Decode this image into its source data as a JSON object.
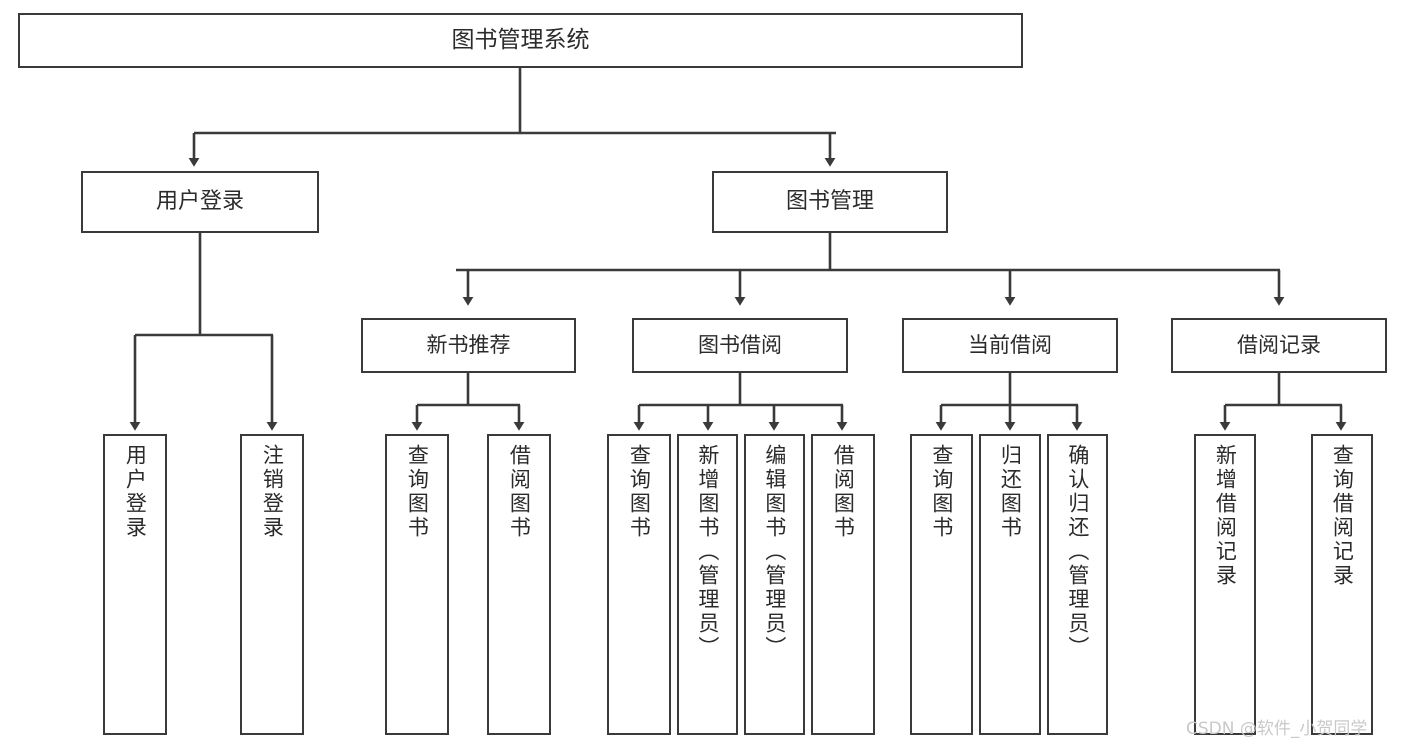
{
  "diagram": {
    "title": "图书管理系统",
    "type": "hierarchy-tree",
    "root": {
      "label": "图书管理系统"
    },
    "tier1": [
      {
        "label": "用户登录"
      },
      {
        "label": "图书管理"
      }
    ],
    "tier2": [
      {
        "label": "新书推荐"
      },
      {
        "label": "图书借阅"
      },
      {
        "label": "当前借阅"
      },
      {
        "label": "借阅记录"
      }
    ],
    "leaves": {
      "user_login": [
        {
          "label": "用户登录"
        },
        {
          "label": "注销登录"
        }
      ],
      "new_book_recommend": [
        {
          "label": "查询图书"
        },
        {
          "label": "借阅图书"
        }
      ],
      "book_borrow": [
        {
          "label": "查询图书"
        },
        {
          "label": "新增图书（管理员）"
        },
        {
          "label": "编辑图书（管理员）"
        },
        {
          "label": "借阅图书"
        }
      ],
      "current_borrow": [
        {
          "label": "查询图书"
        },
        {
          "label": "归还图书"
        },
        {
          "label": "确认归还（管理员）"
        }
      ],
      "borrow_record": [
        {
          "label": "新增借阅记录"
        },
        {
          "label": "查询借阅记录"
        }
      ]
    }
  },
  "watermark": {
    "text": "CSDN @软件_小贺同学"
  },
  "colors": {
    "border": "#3a3a3a",
    "text": "#2b2b2b",
    "background": "#ffffff",
    "watermark": "#c9c9c9"
  }
}
